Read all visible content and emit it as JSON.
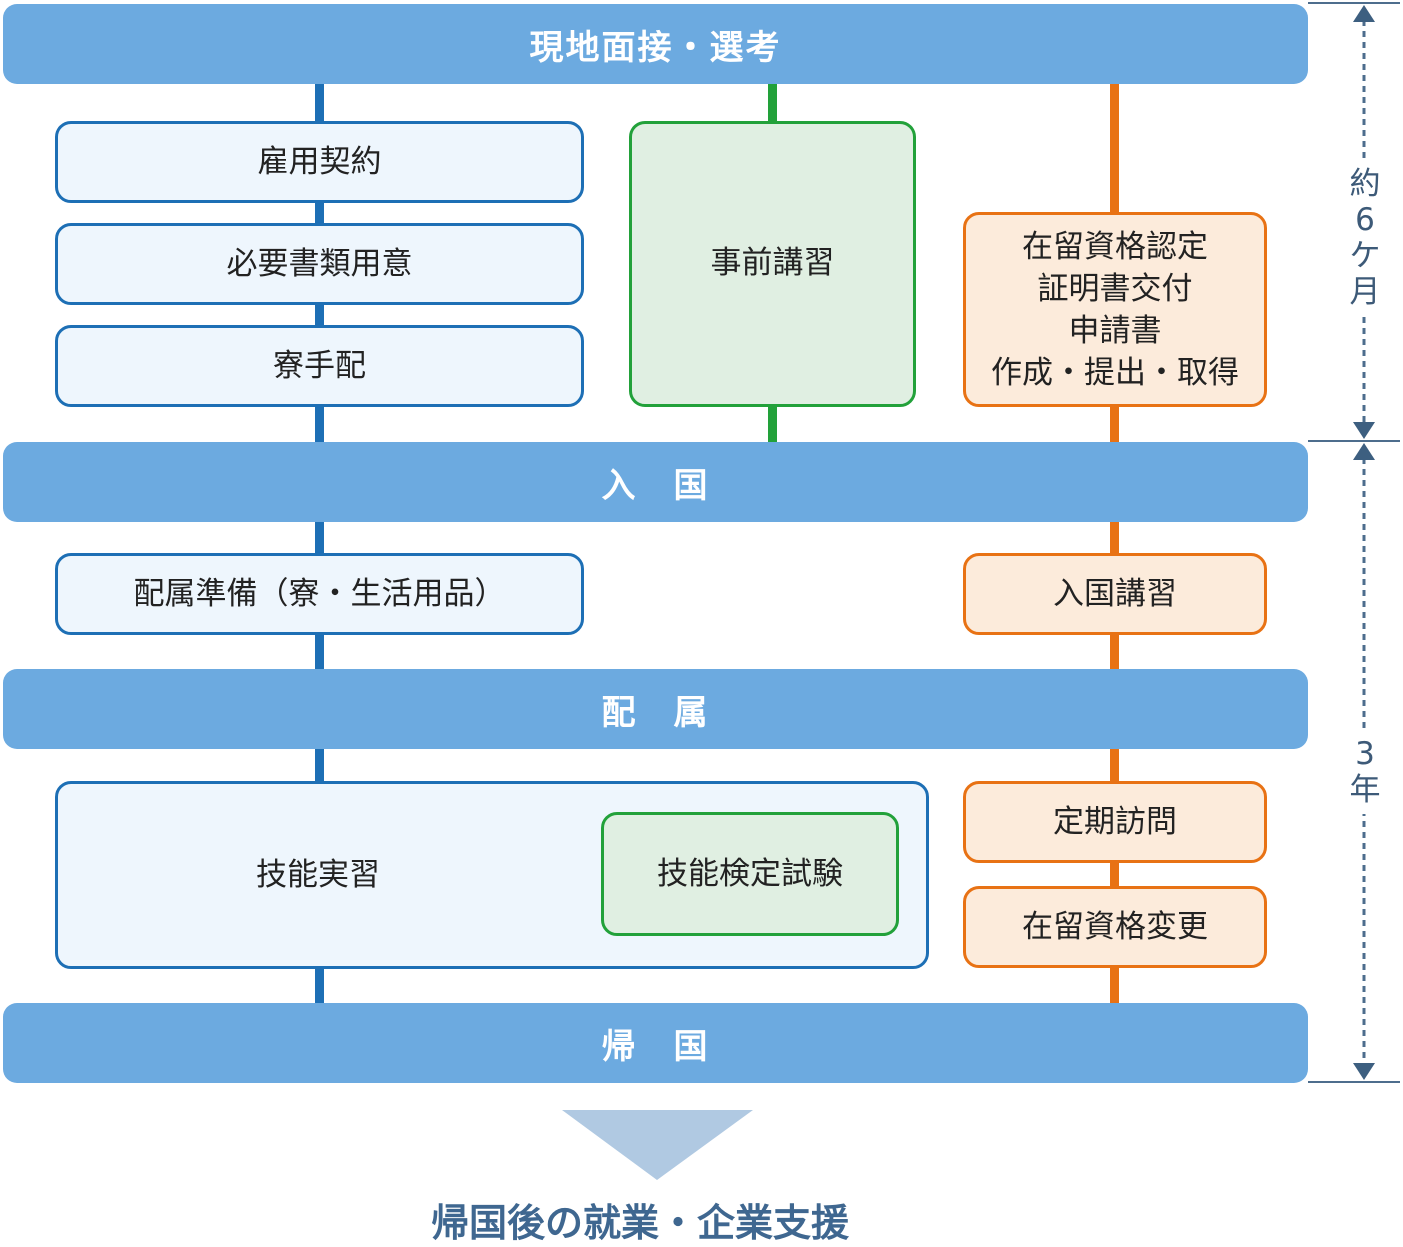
{
  "stages": {
    "selection": "現地面接・選考",
    "entry": "入　国",
    "assignment": "配　属",
    "return": "帰　国"
  },
  "before_entry": {
    "blue_items": [
      "雇用契約",
      "必要書類用意",
      "寮手配"
    ],
    "green_item": "事前講習",
    "orange_item": [
      "在留資格認定",
      "証明書交付",
      "申請書",
      "作成・提出・取得"
    ]
  },
  "after_entry": {
    "blue_item": "配属準備（寮・生活用品）",
    "orange_item": "入国講習"
  },
  "training": {
    "main": "技能実習",
    "exam": "技能検定試験",
    "orange_items": [
      "定期訪問",
      "在留資格変更"
    ]
  },
  "durations": {
    "first": [
      "約",
      "6",
      "ケ",
      "月"
    ],
    "second": [
      "3",
      "年"
    ]
  },
  "footer": "帰国後の就業・企業支援",
  "colors": {
    "stage_bar": "#6caae0",
    "blue": "#1d6fb5",
    "green": "#22a13a",
    "orange": "#e87214",
    "arrow": "#b0c9e2"
  }
}
